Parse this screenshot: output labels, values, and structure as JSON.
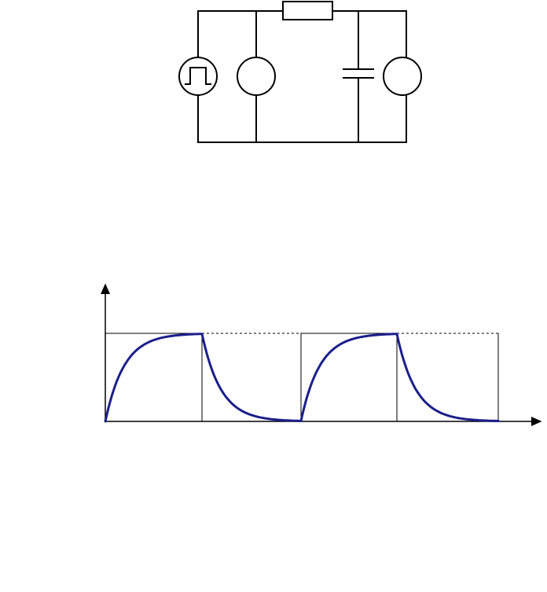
{
  "colors": {
    "line": "#000000",
    "response": "#1b1f8a",
    "background": "#ffffff"
  },
  "circuit": {
    "components": [
      {
        "name": "square-wave-source",
        "icon": "square-pulse-icon"
      },
      {
        "name": "meter-circle-left",
        "icon": "circle-icon"
      },
      {
        "name": "resistor",
        "icon": "rectangle-icon"
      },
      {
        "name": "capacitor",
        "icon": "capacitor-icon"
      },
      {
        "name": "meter-circle-right",
        "icon": "circle-icon"
      }
    ]
  },
  "plot": {
    "input_signal": {
      "type": "square-wave",
      "periods": 2,
      "high_level": 1,
      "low_level": 0
    },
    "output_signal": {
      "type": "rc-charge-discharge",
      "segments": [
        "charge",
        "discharge",
        "charge",
        "discharge"
      ]
    }
  }
}
